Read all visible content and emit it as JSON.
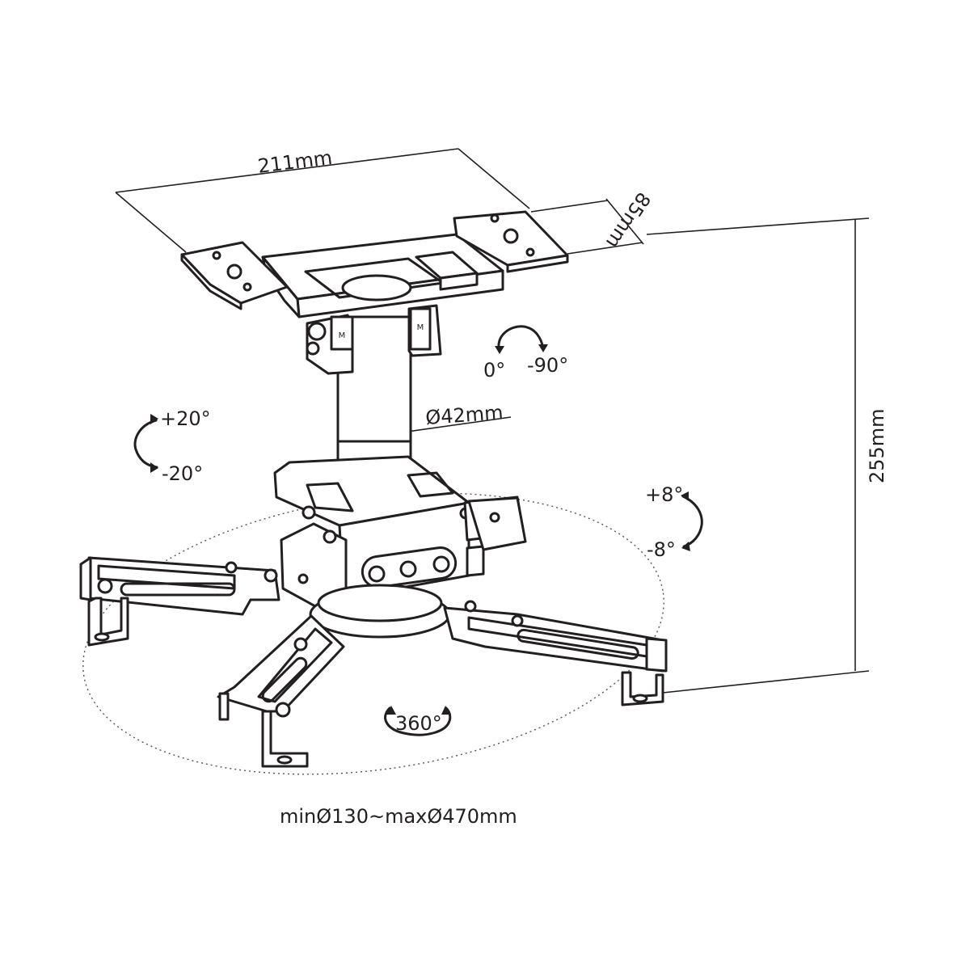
{
  "dimensions": {
    "plate_width": "211mm",
    "plate_depth": "85mm",
    "height": "255mm",
    "pole_diameter": "Ø42mm",
    "spread_range": "minØ130~maxØ470mm"
  },
  "rotation_labels": {
    "swivel_start": "0°",
    "swivel_end": "-90°",
    "tilt_up": "+20°",
    "tilt_down": "-20°",
    "roll_up": "+8°",
    "roll_down": "-8°",
    "rotation": "360°"
  },
  "colors": {
    "line": "#231f20",
    "background": "#ffffff"
  }
}
